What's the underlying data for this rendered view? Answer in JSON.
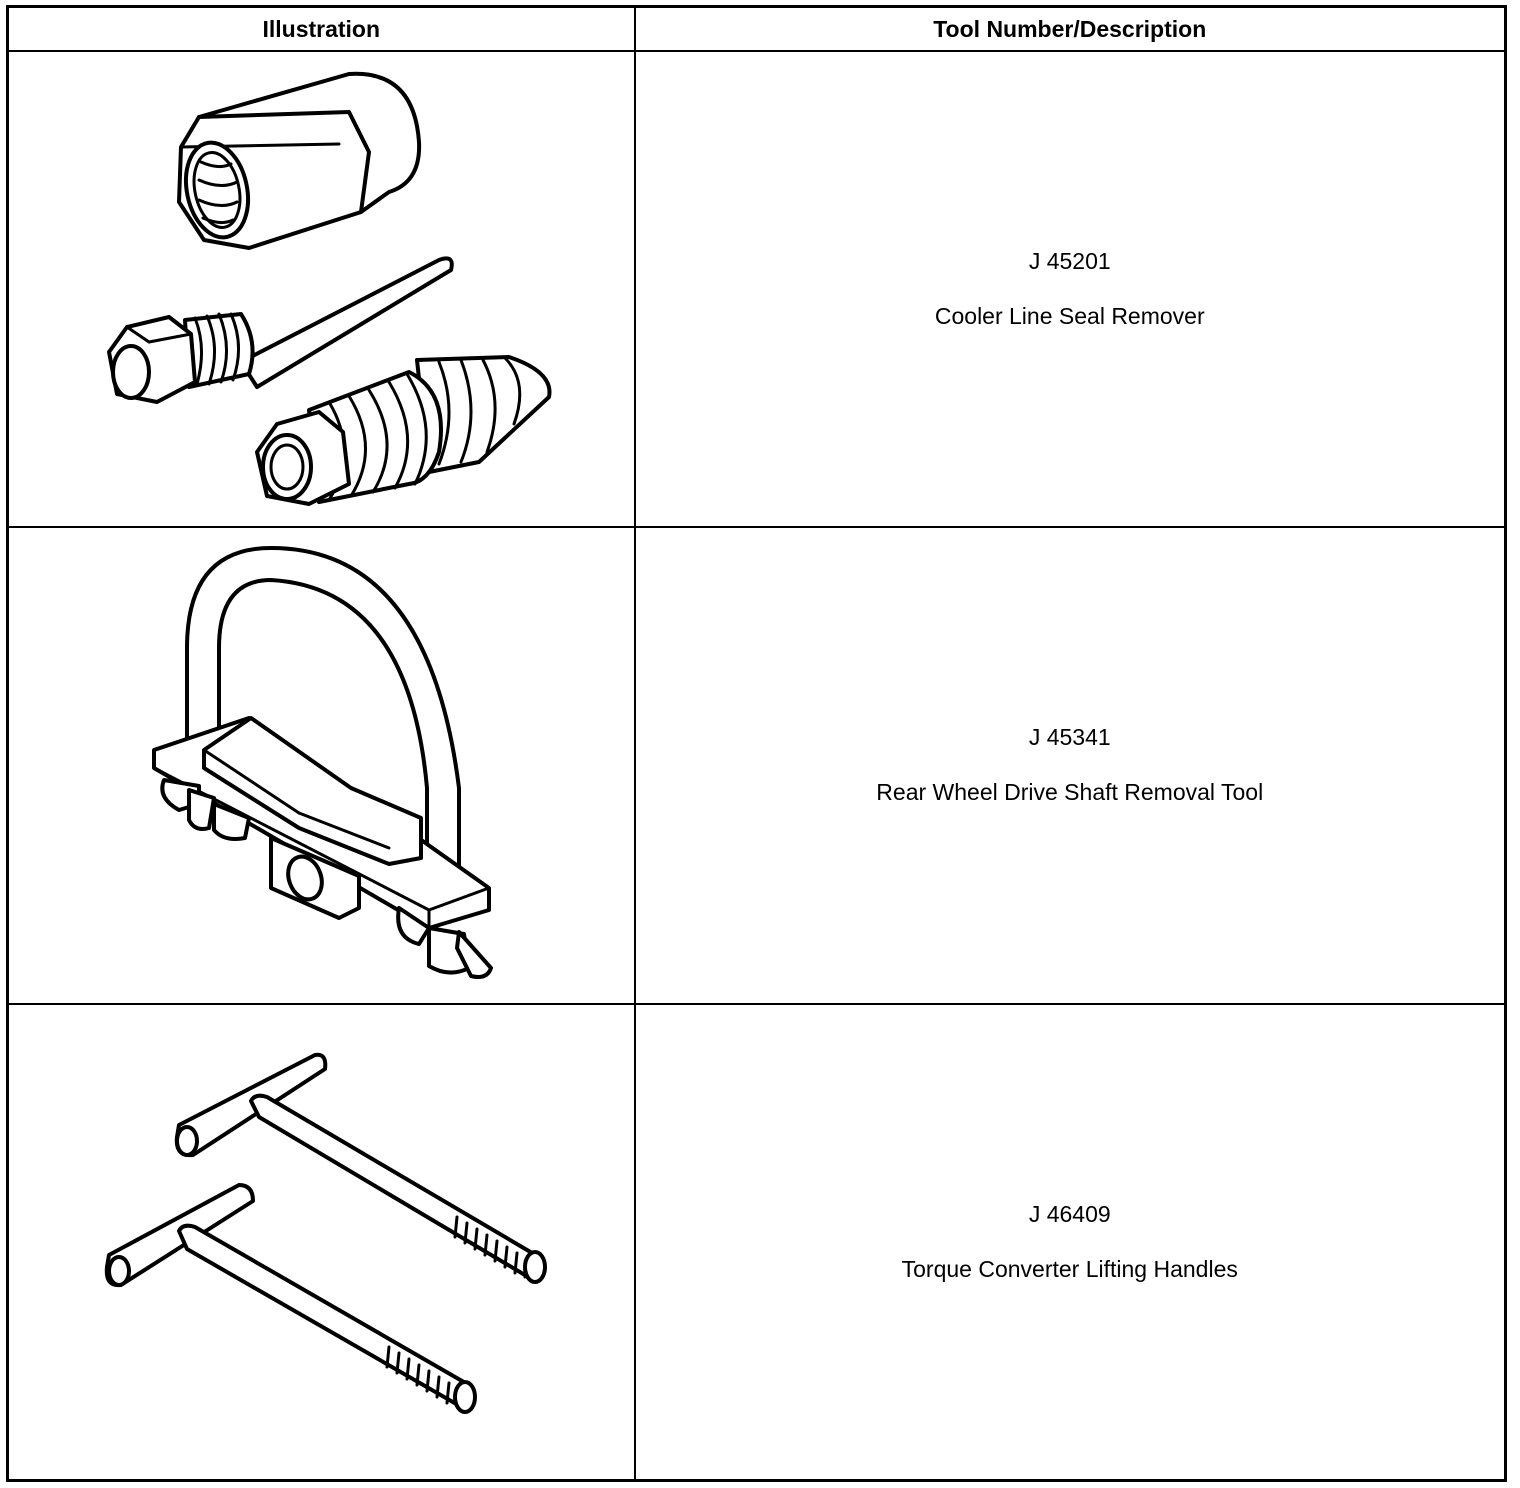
{
  "table": {
    "headers": {
      "illustration": "Illustration",
      "tool": "Tool Number/Description"
    },
    "rows": [
      {
        "tool_number": "J 45201",
        "description": "Cooler Line Seal Remover",
        "illustration_icon": "cooler-line-seal-remover-icon"
      },
      {
        "tool_number": "J 45341",
        "description": "Rear Wheel Drive Shaft Removal Tool",
        "illustration_icon": "drive-shaft-removal-tool-icon"
      },
      {
        "tool_number": "J 46409",
        "description": "Torque Converter Lifting Handles",
        "illustration_icon": "lifting-handles-icon"
      }
    ]
  }
}
